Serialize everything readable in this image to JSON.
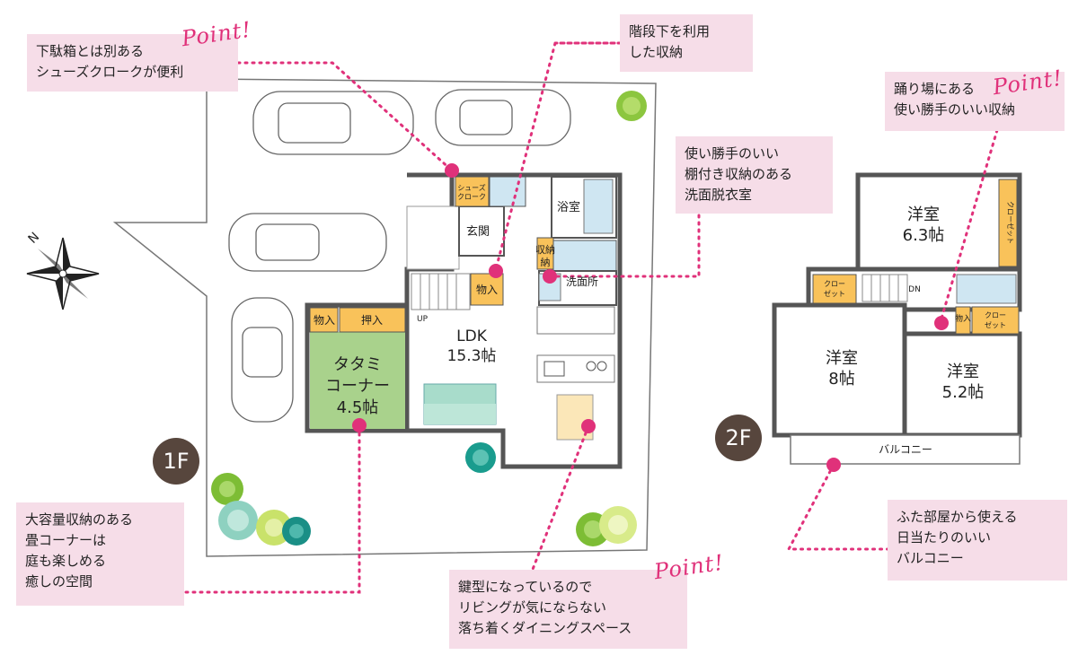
{
  "callouts": {
    "shoes": "下駄箱とは別ある\nシューズクロークが便利",
    "stairs_storage": "階段下を利用\nした収納",
    "washroom": "使い勝手のいい\n棚付き収納のある\n洗面脱衣室",
    "landing": "踊り場にある\n使い勝手のいい収納",
    "tatami": "大容量収納のある\n畳コーナーは\n庭も楽しめる\n癒しの空間",
    "dining": "鍵型になっているので\nリビングが気にならない\n落ち着くダイニングスペース",
    "balcony": "ふた部屋から使える\n日当たりのいい\nバルコニー"
  },
  "point_label": "Point!",
  "floors": {
    "first": "1F",
    "second": "2F"
  },
  "compass": "N",
  "rooms_1f": {
    "shoe_cloak_1": "シューズ",
    "shoe_cloak_2": "クローク",
    "entrance": "玄関",
    "bath": "浴室",
    "storage": "収納",
    "storage_2": "納",
    "washroom": "洗面所",
    "closet_stairs": "物入",
    "ldk": "LDK",
    "ldk_size": "15.3帖",
    "up": "UP",
    "tatami_1": "タタミ",
    "tatami_2": "コーナー",
    "tatami_size": "4.5帖",
    "closet_a": "物入",
    "oshiire": "押入"
  },
  "rooms_2f": {
    "western_a": "洋室",
    "western_a_size": "6.3帖",
    "western_b": "洋室",
    "western_b_size": "8帖",
    "western_c": "洋室",
    "western_c_size": "5.2帖",
    "closet_1": "クロー",
    "closet_2": "ゼット",
    "closet_vertical": "クローゼット",
    "closet_small": "物入",
    "dn": "DN",
    "balcony": "バルコニー"
  },
  "colors": {
    "wall": "#555555",
    "storage": "#f9c25a",
    "tatami": "#a9d28c",
    "water": "#cfe6f2",
    "callout_bg": "#f6dde8",
    "accent": "#e0317a",
    "badge": "#57463d"
  }
}
